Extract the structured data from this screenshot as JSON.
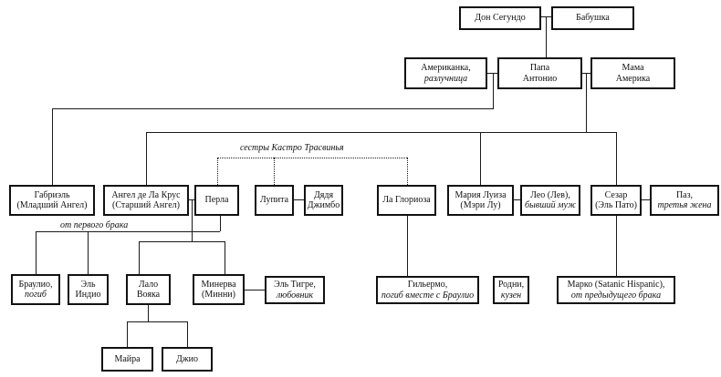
{
  "diagram": {
    "type": "family-tree",
    "labels": {
      "castro_sisters": "сестры Кастро Трасвинья",
      "first_marriage": "от первого брака"
    },
    "nodes": {
      "don_segundo": {
        "line1": "Дон Сегундо"
      },
      "babushka": {
        "line1": "Бабушка"
      },
      "amerikanka": {
        "line1": "Американка,",
        "line2": "разлучница"
      },
      "papa_antonio": {
        "line1": "Папа",
        "line2": "Антонио"
      },
      "mama_amerika": {
        "line1": "Мама",
        "line2": "Америка"
      },
      "gabriel": {
        "line1": "Габриэль",
        "line2": "(Младший Ангел)"
      },
      "angel": {
        "line1": "Ангел де Ла Крус",
        "line2": "(Старший Ангел)"
      },
      "perla": {
        "line1": "Перла"
      },
      "lupita": {
        "line1": "Лупита"
      },
      "dyadya_jimbo": {
        "line1": "Дядя",
        "line2": "Джимбо"
      },
      "la_gloriosa": {
        "line1": "Ла Глориоза"
      },
      "maria_luisa": {
        "line1": "Мария Луиза",
        "line2": "(Мэри Лу)"
      },
      "leo": {
        "line1": "Лео (Лев),",
        "line2": "бывший муж"
      },
      "cesar": {
        "line1": "Сезар",
        "line2": "(Эль Пато)"
      },
      "paz": {
        "line1": "Паз,",
        "line2": "третья жена"
      },
      "braulio": {
        "line1": "Браулио,",
        "line2": "погиб"
      },
      "el_indio": {
        "line1": "Эль",
        "line2": "Индио"
      },
      "lalo": {
        "line1": "Лало",
        "line2": "Вояка"
      },
      "minerva": {
        "line1": "Минерва",
        "line2": "(Минни)"
      },
      "el_tigre": {
        "line1": "Эль Тигре,",
        "line2": "любовник"
      },
      "guillermo": {
        "line1": "Гильермо,",
        "line2": "погиб вместе с Браулио"
      },
      "rodni": {
        "line1": "Родни,",
        "line2": "кузен"
      },
      "marko": {
        "line1": "Марко (Satanic Hispanic),",
        "line2": "от предыдущего брака"
      },
      "mayra": {
        "line1": "Майра"
      },
      "gio": {
        "line1": "Джио"
      }
    }
  }
}
